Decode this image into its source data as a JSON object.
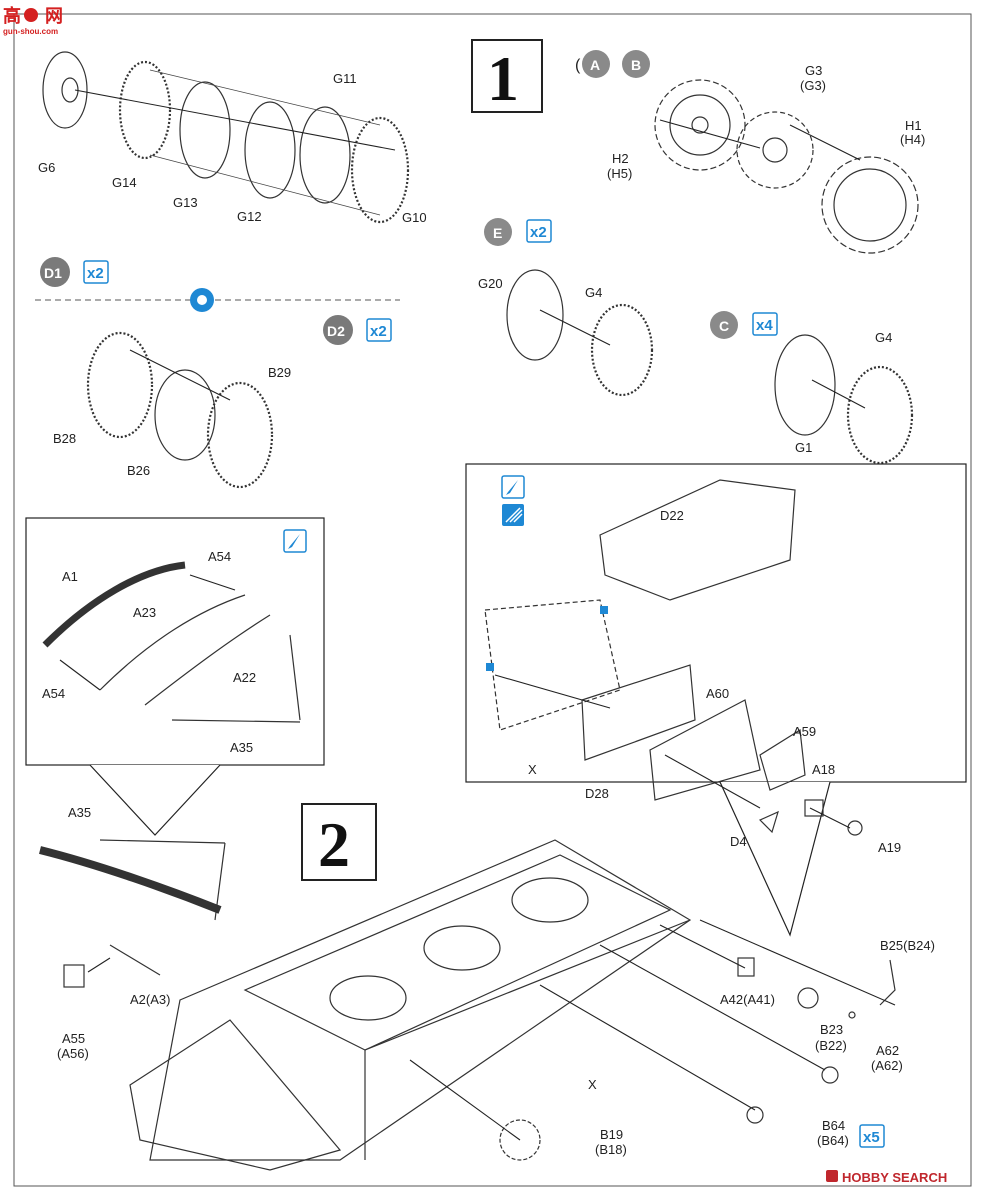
{
  "watermark": {
    "top_left_chars": "高",
    "top_left_chars2": "网",
    "top_left_url": "gun-shou.com"
  },
  "footer": {
    "brand": "HOBBY SEARCH"
  },
  "steps": {
    "one": "1",
    "two": "2"
  },
  "badges": {
    "A": "A",
    "B": "B",
    "E": "E",
    "C": "C",
    "D1": "D1",
    "D2": "D2",
    "x2_E": "x2",
    "x4_C": "x4",
    "x2_D1": "x2",
    "x2_D2": "x2",
    "x5_B64": "x5"
  },
  "labels": {
    "G6": "G6",
    "G14": "G14",
    "G13": "G13",
    "G12": "G12",
    "G11": "G11",
    "G10": "G10",
    "G3": "G3",
    "G3p": "(G3)",
    "H1": "H1",
    "H4p": "(H4)",
    "H2": "H2",
    "H5p": "(H5)",
    "G20": "G20",
    "G4a": "G4",
    "G4b": "G4",
    "G1": "G1",
    "B29": "B29",
    "B28": "B28",
    "B26": "B26",
    "A54a": "A54",
    "A1": "A1",
    "A23": "A23",
    "A22": "A22",
    "A54b": "A54",
    "A35a": "A35",
    "D22": "D22",
    "X1": "X",
    "D28": "D28",
    "A60": "A60",
    "A59": "A59",
    "A18": "A18",
    "D4": "D4",
    "A19": "A19",
    "A35b": "A35",
    "A2": "A2(A3)",
    "A55": "A55",
    "A56p": "(A56)",
    "B25": "B25(B24)",
    "A42": "A42(A41)",
    "B23": "B23",
    "B22p": "(B22)",
    "A62": "A62",
    "A62p": "(A62)",
    "X2": "X",
    "B19": "B19",
    "B18p": "(B18)",
    "B64": "B64",
    "B64p": "(B64)"
  },
  "colors": {
    "badge_grey": "#8a8a8a",
    "accent_blue": "#1e88d4",
    "watermark_red": "#d42020",
    "footer_red": "#c0272d"
  }
}
